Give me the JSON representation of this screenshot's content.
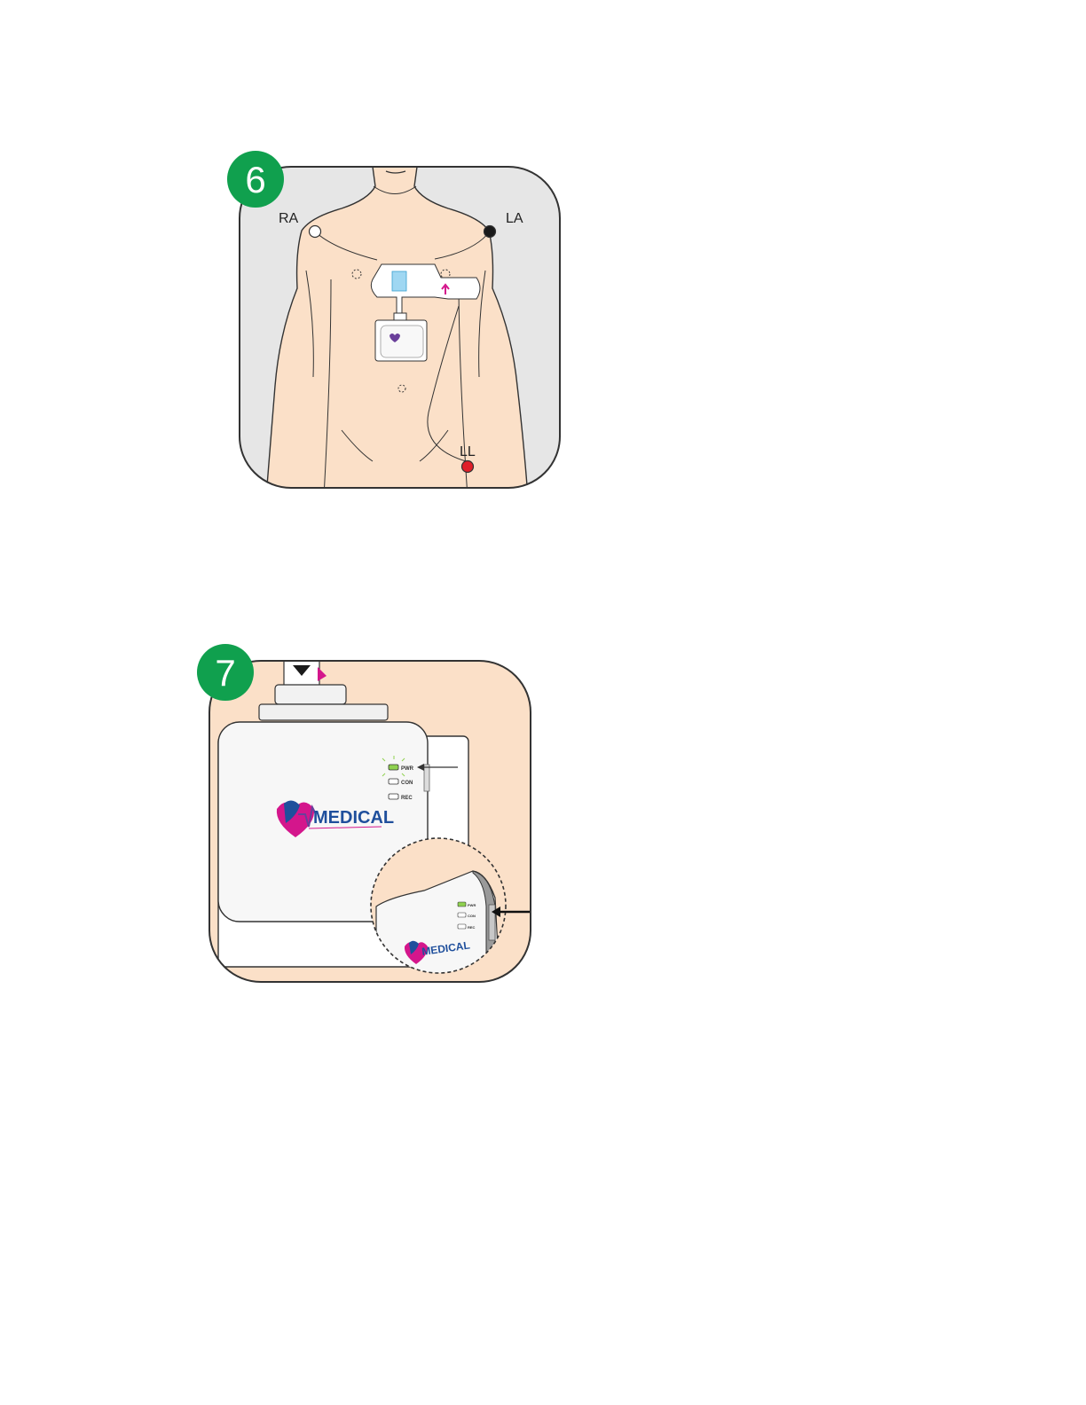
{
  "steps": [
    {
      "number": "6",
      "lead_labels": {
        "ra": "RA",
        "la": "LA",
        "ll": "LL"
      }
    },
    {
      "number": "7",
      "device": {
        "brand": "MEDICAL",
        "leds": [
          "PWR",
          "CON",
          "REC"
        ]
      }
    }
  ],
  "colors": {
    "step_badge": "#10a04e",
    "skin": "#fbe0c8",
    "background_gray": "#e6e6e6",
    "ra_electrode": "#ffffff",
    "la_electrode": "#1a1a1a",
    "ll_electrode": "#e0202a",
    "brand_magenta": "#d4168c",
    "brand_blue": "#1f4f9c",
    "brand_purple": "#6a3f9a",
    "pwr_led": "#8fd14f",
    "patch_blue": "#9fd7f2"
  },
  "icons": [
    "heart-logo-icon",
    "arrow-icon",
    "led-glow-icon"
  ]
}
